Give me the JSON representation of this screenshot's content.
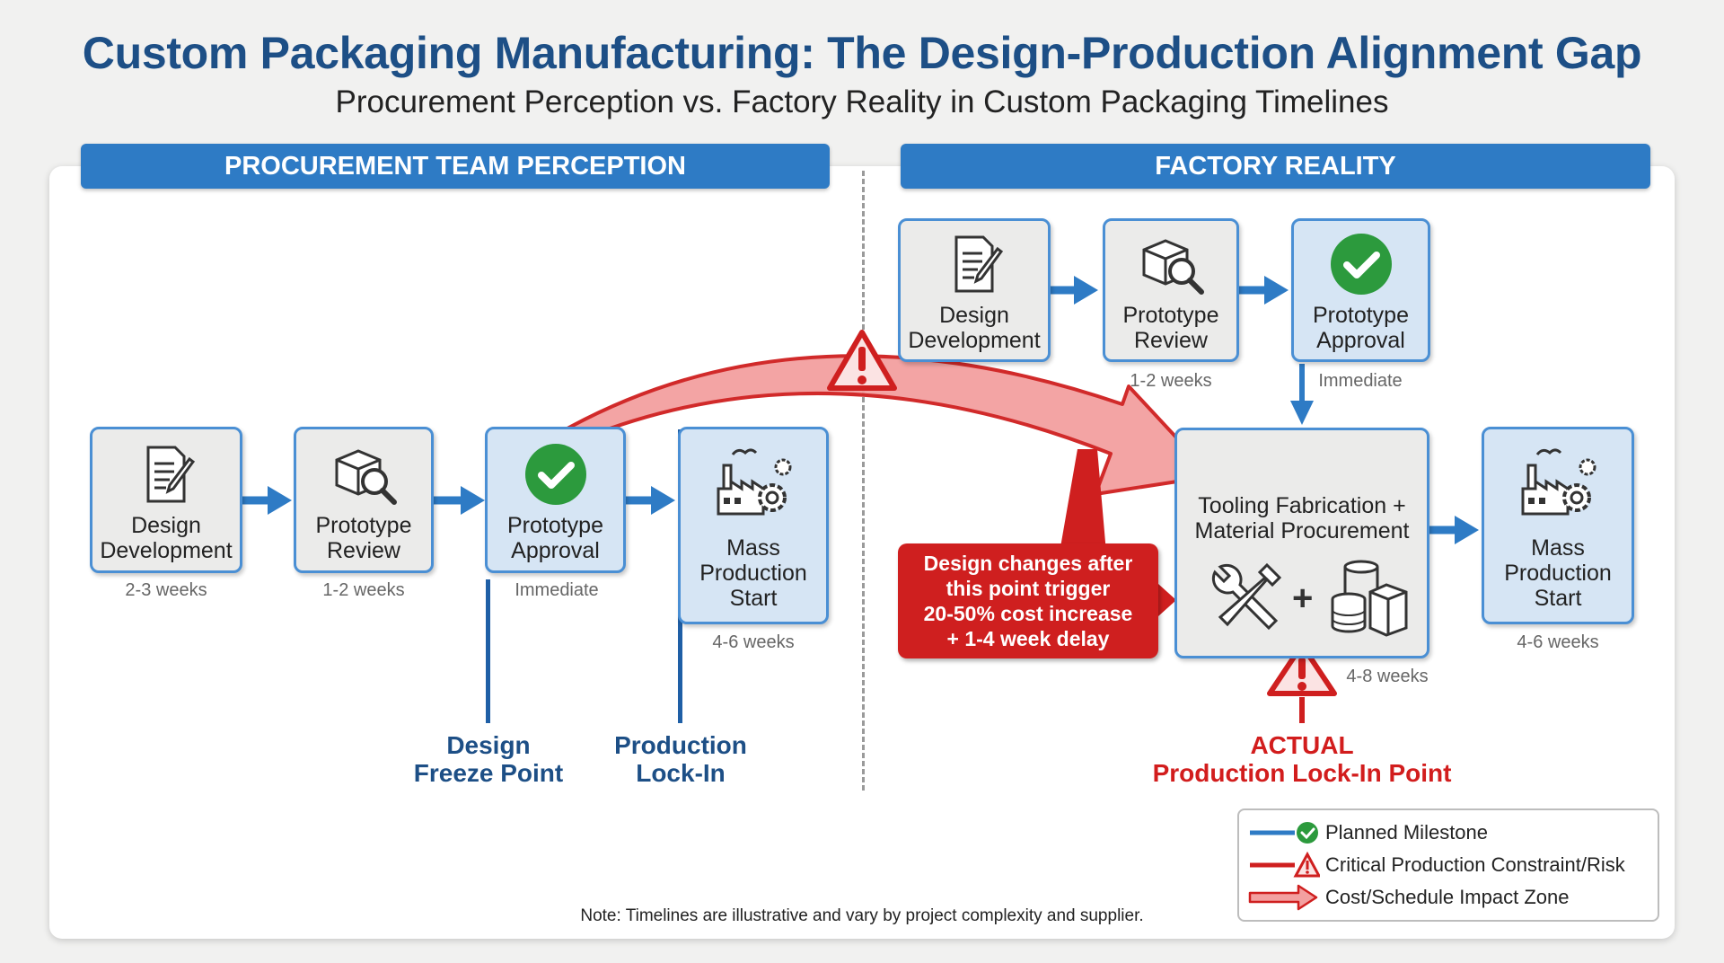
{
  "title": "Custom Packaging Manufacturing: The Design-Production Alignment Gap",
  "subtitle": "Procurement Perception vs. Factory Reality in Custom Packaging Timelines",
  "left_header": "PROCUREMENT TEAM PERCEPTION",
  "right_header": "FACTORY REALITY",
  "perception": {
    "steps": [
      {
        "line1": "Design",
        "line2": "Development",
        "duration": "2-3 weeks",
        "icon": "document-pencil-icon"
      },
      {
        "line1": "Prototype",
        "line2": "Review",
        "duration": "1-2 weeks",
        "icon": "box-magnifier-icon"
      },
      {
        "line1": "Prototype",
        "line2": "Approval",
        "duration": "Immediate",
        "icon": "check-circle-icon"
      },
      {
        "line1": "Mass",
        "line2": "Production",
        "line3": "Start",
        "duration": "4-6 weeks",
        "icon": "factory-gear-icon"
      }
    ],
    "milestones": [
      {
        "line1": "Design",
        "line2": "Freeze Point"
      },
      {
        "line1": "Production",
        "line2": "Lock-In"
      }
    ]
  },
  "reality": {
    "steps": [
      {
        "line1": "Design",
        "line2": "Development",
        "icon": "document-pencil-icon"
      },
      {
        "line1": "Prototype",
        "line2": "Review",
        "duration": "1-2 weeks",
        "icon": "box-magnifier-icon"
      },
      {
        "line1": "Prototype",
        "line2": "Approval",
        "duration": "Immediate",
        "icon": "check-circle-icon"
      },
      {
        "line1": "Tooling Fabrication +",
        "line2": "Material Procurement",
        "duration": "4-8 weeks",
        "icon": "tools-materials-icon",
        "plus": "+"
      },
      {
        "line1": "Mass",
        "line2": "Production",
        "line3": "Start",
        "duration": "4-6 weeks",
        "icon": "factory-gear-icon"
      }
    ],
    "callout": {
      "line1": "Design changes after",
      "line2": "this point trigger",
      "line3": "20-50% cost increase",
      "line4": "+ 1-4 week delay"
    },
    "actual": {
      "line1": "ACTUAL",
      "line2": "Production Lock-In Point"
    }
  },
  "legend": {
    "planned": "Planned Milestone",
    "critical": "Critical Production Constraint/Risk",
    "impact": "Cost/Schedule Impact Zone"
  },
  "note": "Note: Timelines are illustrative and vary by project complexity and supplier.",
  "colors": {
    "primary_blue": "#2e7bc5",
    "dark_blue": "#1d4f86",
    "risk_red": "#d21d1d",
    "check_green": "#2c9a3d"
  }
}
